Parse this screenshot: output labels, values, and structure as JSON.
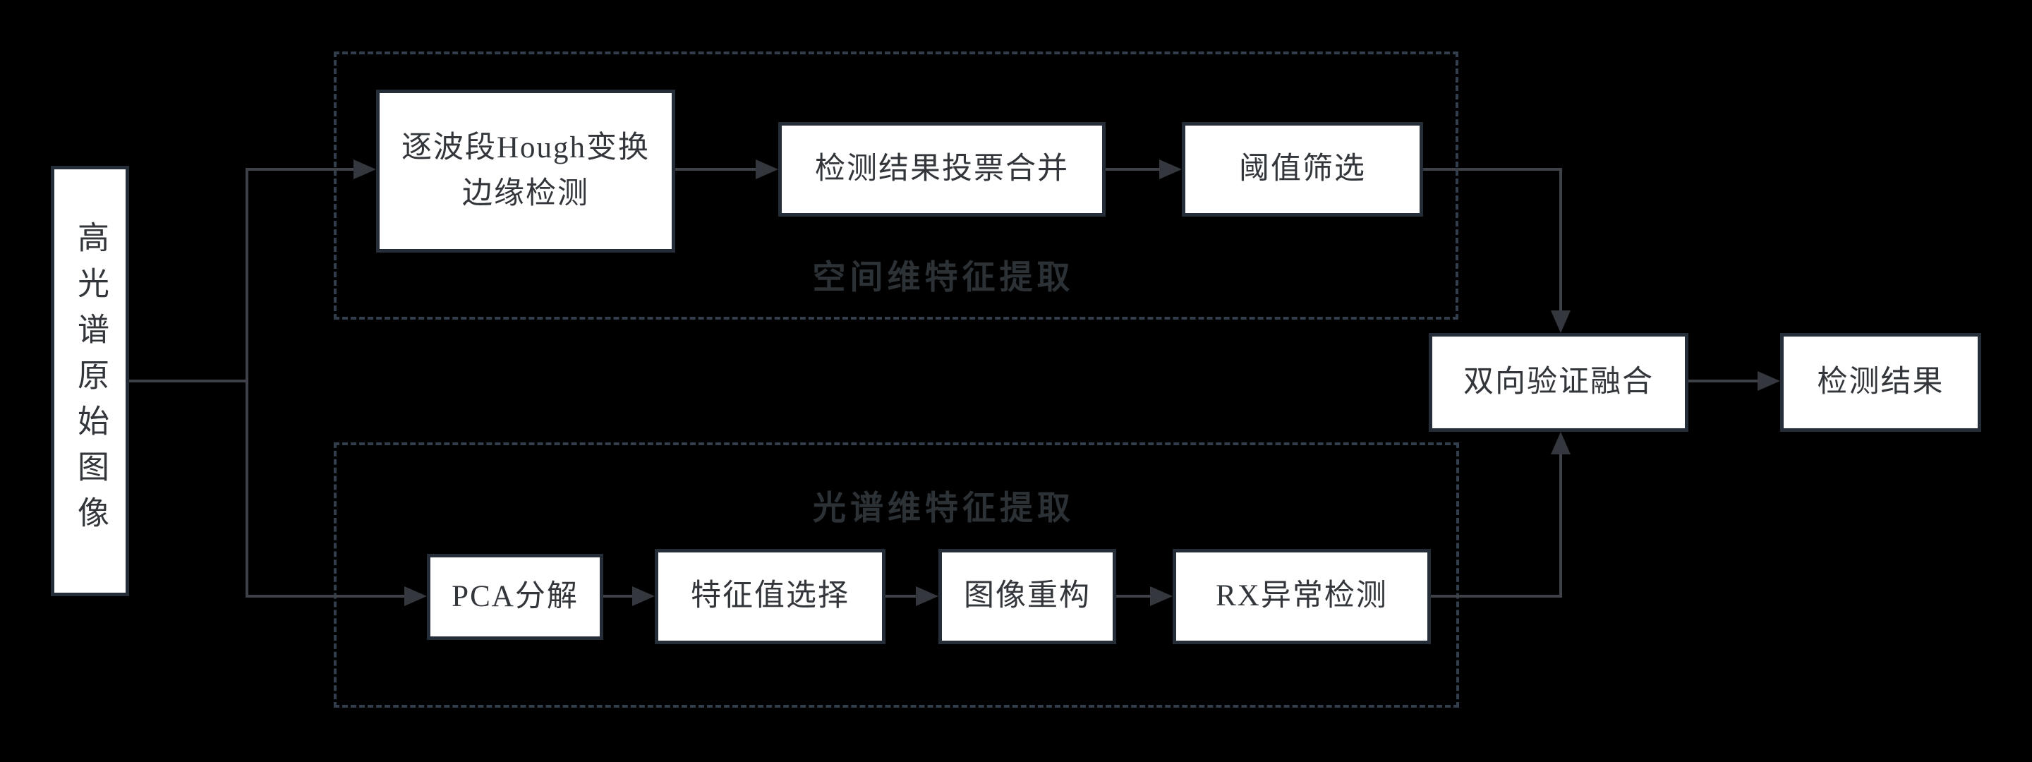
{
  "colors": {
    "background": "#000000",
    "box_fill": "#ffffff",
    "box_border": "#252d38",
    "box_text": "#32363b",
    "line": "#3e4248",
    "arrow_head": "#34383e",
    "dashed_border": "#333e4c",
    "group_label": "#2c3136"
  },
  "nodes": {
    "source": {
      "label": "高光谱原始图像"
    },
    "hough": {
      "line1": "逐波段Hough变换",
      "line2": "边缘检测"
    },
    "vote": {
      "label": "检测结果投票合并"
    },
    "threshold": {
      "label": "阈值筛选"
    },
    "pca": {
      "label": "PCA分解"
    },
    "eigen": {
      "label": "特征值选择"
    },
    "recon": {
      "label": "图像重构"
    },
    "rx": {
      "label": "RX异常检测"
    },
    "fusion": {
      "label": "双向验证融合"
    },
    "result": {
      "label": "检测结果"
    }
  },
  "groups": {
    "spatial": {
      "label": "空间维特征提取"
    },
    "spectral": {
      "label": "光谱维特征提取"
    }
  }
}
